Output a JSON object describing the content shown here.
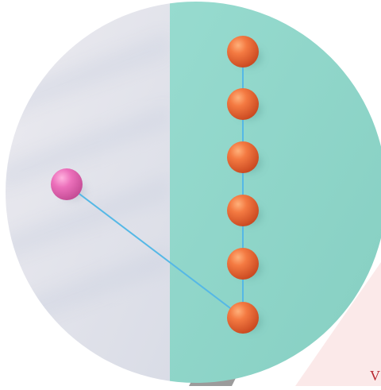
{
  "scene": {
    "description_free": true,
    "corner_text": "V",
    "colors": {
      "left_half": "#e4e3ea",
      "right_half": "#8fd6c9",
      "chain_beads": "#ee6a37",
      "single_bead": "#e96cb6",
      "strings": "#55b8e6",
      "background_shape": "#fbe9e9",
      "shadow": "#9a9a9a",
      "corner_text": "#b8262e"
    },
    "chain_bead_count": 6,
    "single_bead_count": 1
  }
}
